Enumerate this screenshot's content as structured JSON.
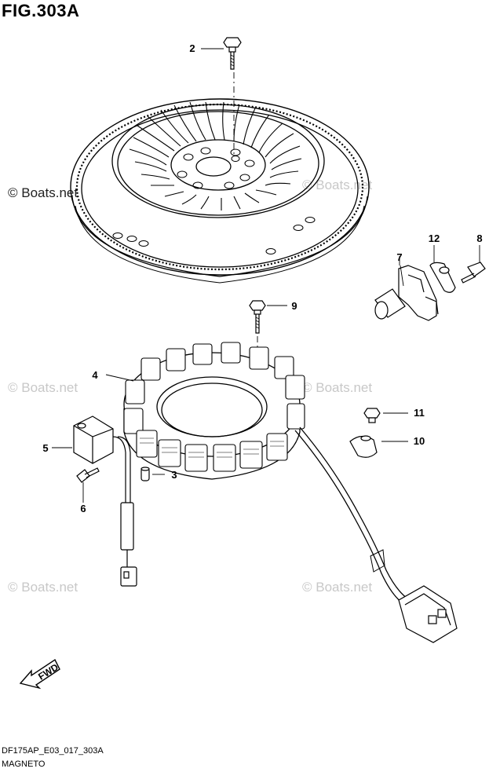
{
  "figure": {
    "title": "FIG.303A",
    "code": "DF175AP_E03_017_303A",
    "name": "MAGNETO"
  },
  "watermark": {
    "text": "© Boats.net"
  },
  "callouts": [
    "2",
    "12",
    "8",
    "7",
    "9",
    "4",
    "11",
    "10",
    "5",
    "3",
    "6"
  ],
  "fwd_label": "FWD",
  "parts": [
    {
      "ref": "2",
      "kind": "flywheel-bolt"
    },
    {
      "ref": "3",
      "kind": "dowel-pin"
    },
    {
      "ref": "4",
      "kind": "stator"
    },
    {
      "ref": "5",
      "kind": "pulser-coil"
    },
    {
      "ref": "6",
      "kind": "bolt"
    },
    {
      "ref": "7",
      "kind": "crank-position-sensor"
    },
    {
      "ref": "8",
      "kind": "bolt"
    },
    {
      "ref": "9",
      "kind": "bolt"
    },
    {
      "ref": "10",
      "kind": "clamp"
    },
    {
      "ref": "11",
      "kind": "bolt"
    },
    {
      "ref": "12",
      "kind": "o-ring"
    }
  ]
}
